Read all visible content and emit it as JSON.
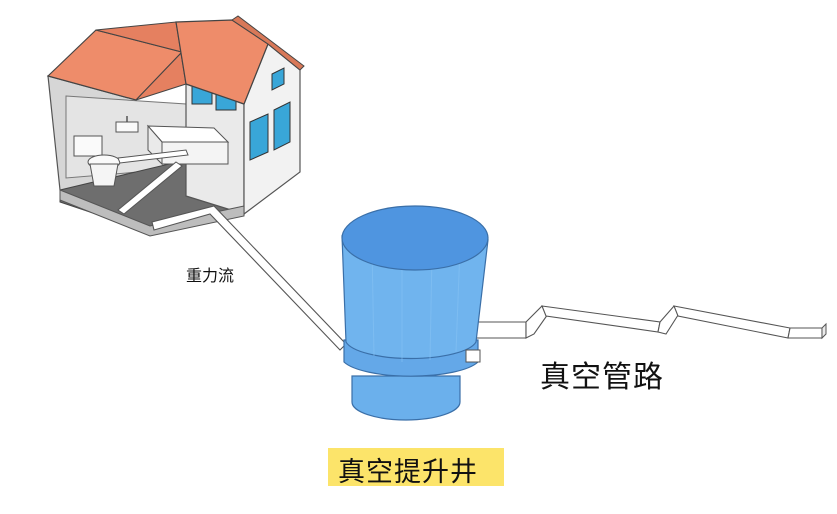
{
  "labels": {
    "gravity_flow": "重力流",
    "vacuum_pipe": "真空管路",
    "vacuum_well": "真空提升井"
  },
  "colors": {
    "roof": "#EE8C6A",
    "roof_dark": "#D87858",
    "wall": "#EDEDED",
    "interior_floor": "#6E6E6E",
    "window": "#39A6D8",
    "tank_body": "#6BB0EC",
    "tank_top": "#4F95E0",
    "pipe": "#FFFFFF",
    "label_highlight": "#FCE46A"
  },
  "icons": [
    "house-icon",
    "toilet-icon",
    "sink-icon",
    "bathtub-icon",
    "window-icon",
    "tank-icon"
  ]
}
